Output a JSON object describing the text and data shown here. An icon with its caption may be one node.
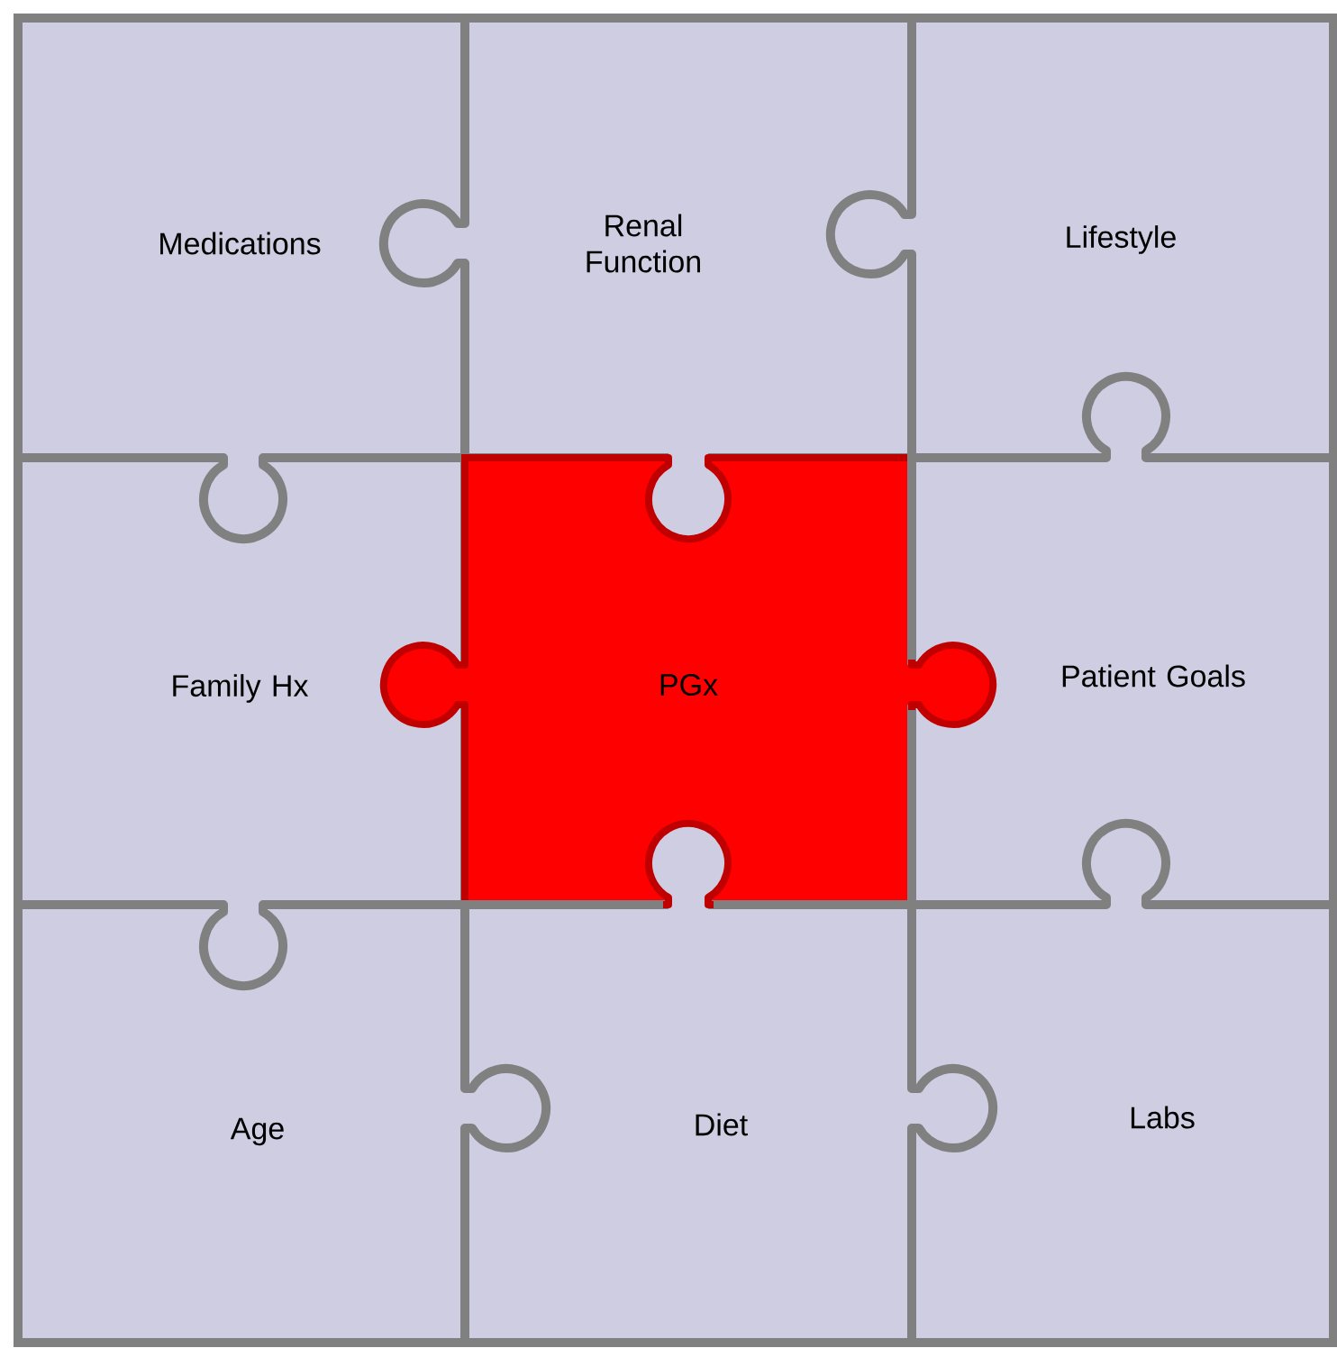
{
  "diagram": {
    "nodes": [
      {
        "text": [
          "Medications"
        ]
      },
      {
        "text": [
          "Renal Function"
        ]
      },
      {
        "text": [
          "Lifestyle"
        ]
      },
      {
        "text": [
          "Family Hx"
        ]
      },
      {
        "text": [
          "PGx"
        ]
      },
      {
        "text": [
          "Patient Goals"
        ]
      },
      {
        "text": [
          "Age"
        ]
      },
      {
        "text": [
          "Diet"
        ]
      },
      {
        "text": [
          "Labs"
        ]
      }
    ]
  }
}
